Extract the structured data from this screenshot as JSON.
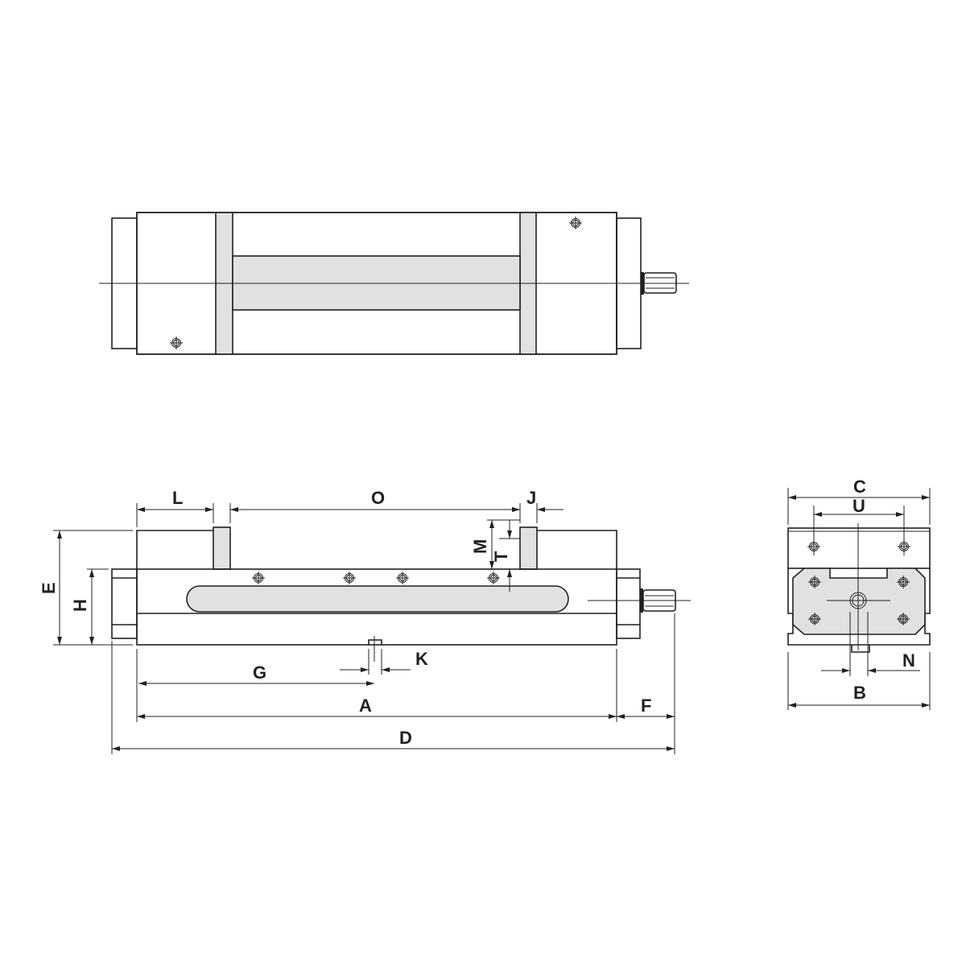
{
  "drawing": {
    "type": "technical-dimension-drawing",
    "subject": "precision machine vise",
    "views": [
      "top-view",
      "front-view",
      "side-view"
    ],
    "colors": {
      "line": "#231f20",
      "shade": "#e2e1e1",
      "background": "#ffffff"
    }
  },
  "dimensions": {
    "front_view": {
      "L": "L",
      "O": "O",
      "J": "J",
      "M": "M",
      "T": "T",
      "E": "E",
      "H": "H",
      "G": "G",
      "K": "K",
      "A": "A",
      "F": "F",
      "D": "D"
    },
    "side_view": {
      "C": "C",
      "U": "U",
      "N": "N",
      "B": "B"
    }
  }
}
